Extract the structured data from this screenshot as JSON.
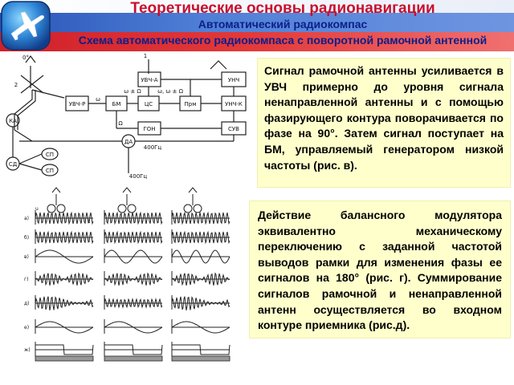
{
  "header": {
    "title": "Теоретические основы радионавигации",
    "subtitle": "Автоматический радиокомпас",
    "caption": "Схема автоматического радиокомпаса с поворотной рамочной антенной"
  },
  "diagram": {
    "blocks": {
      "uvch_a": "УВЧ-А",
      "uvch_r": "УВЧ-Р",
      "bm": "БМ",
      "ts": "ЦС",
      "prm": "Прм",
      "unch_k": "УНЧ-К",
      "unch": "УНЧ",
      "gon": "ГОН",
      "suv": "СУВ",
      "da": "ДА",
      "ka": "КА",
      "sd": "СД",
      "sp1": "СП",
      "sp2": "СП"
    },
    "labels": {
      "f400a": "400Гц",
      "f400b": "400Гц",
      "ant1": "1",
      "ant2": "2",
      "omega": "ω",
      "omega_big": "Ω",
      "sum1": "ω ± Ω",
      "sum2": "ω, ω ± Ω",
      "deg": "0°"
    },
    "waveforms": {
      "rows": [
        "а)",
        "б)",
        "в)",
        "г)",
        "д)",
        "е)",
        "ж)"
      ],
      "axis_u": "u",
      "axis_t": "t"
    }
  },
  "text1": "Сигнал рамочной антенны усиливается в УВЧ примерно до уровня сигнала ненаправленной антенны и с помощью фазирующего контура поворачивается по фазе на 90°. Затем сигнал поступает на БМ, управляемый генератором низкой частоты (рис. в).",
  "text2": "Действие балансного модулятора эквивалентно механическому переключению с заданной частотой выводов рамки для изменения фазы ее сигналов на 180° (рис. г). Суммирование сигналов рамочной и ненаправленной антенн осуществляется во входном контуре приемника (рис.д).",
  "colors": {
    "title": "#c8102e",
    "subtitle": "#0b1f8a",
    "panel_bg": "#ffffcc",
    "flag_blue": "#2a55b8",
    "flag_red": "#d0202a"
  },
  "icons": {
    "logo": "airplane-logo-icon"
  }
}
